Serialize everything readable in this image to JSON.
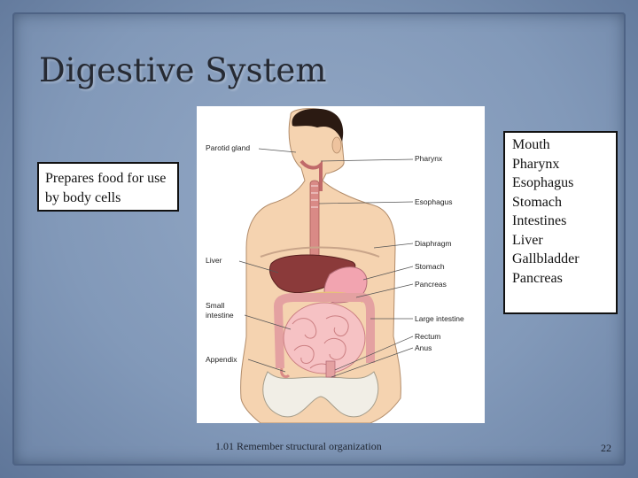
{
  "slide": {
    "title": "Digestive System",
    "left_box_text": "Prepares food for use by body cells",
    "organs": [
      "Mouth",
      "Pharynx",
      "Esophagus",
      "Stomach",
      "Intestines",
      "Liver",
      "Gallbladder",
      "Pancreas"
    ],
    "footer": "1.01 Remember structural organization",
    "page_number": "22"
  },
  "diagram": {
    "labels": {
      "parotid": "Parotid gland",
      "pharynx": "Pharynx",
      "esophagus": "Esophagus",
      "diaphragm": "Diaphragm",
      "liver": "Liver",
      "stomach": "Stomach",
      "pancreas": "Pancreas",
      "small1": "Small",
      "small2": "intestine",
      "large": "Large intestine",
      "rectum": "Rectum",
      "anus": "Anus",
      "appendix": "Appendix"
    }
  }
}
